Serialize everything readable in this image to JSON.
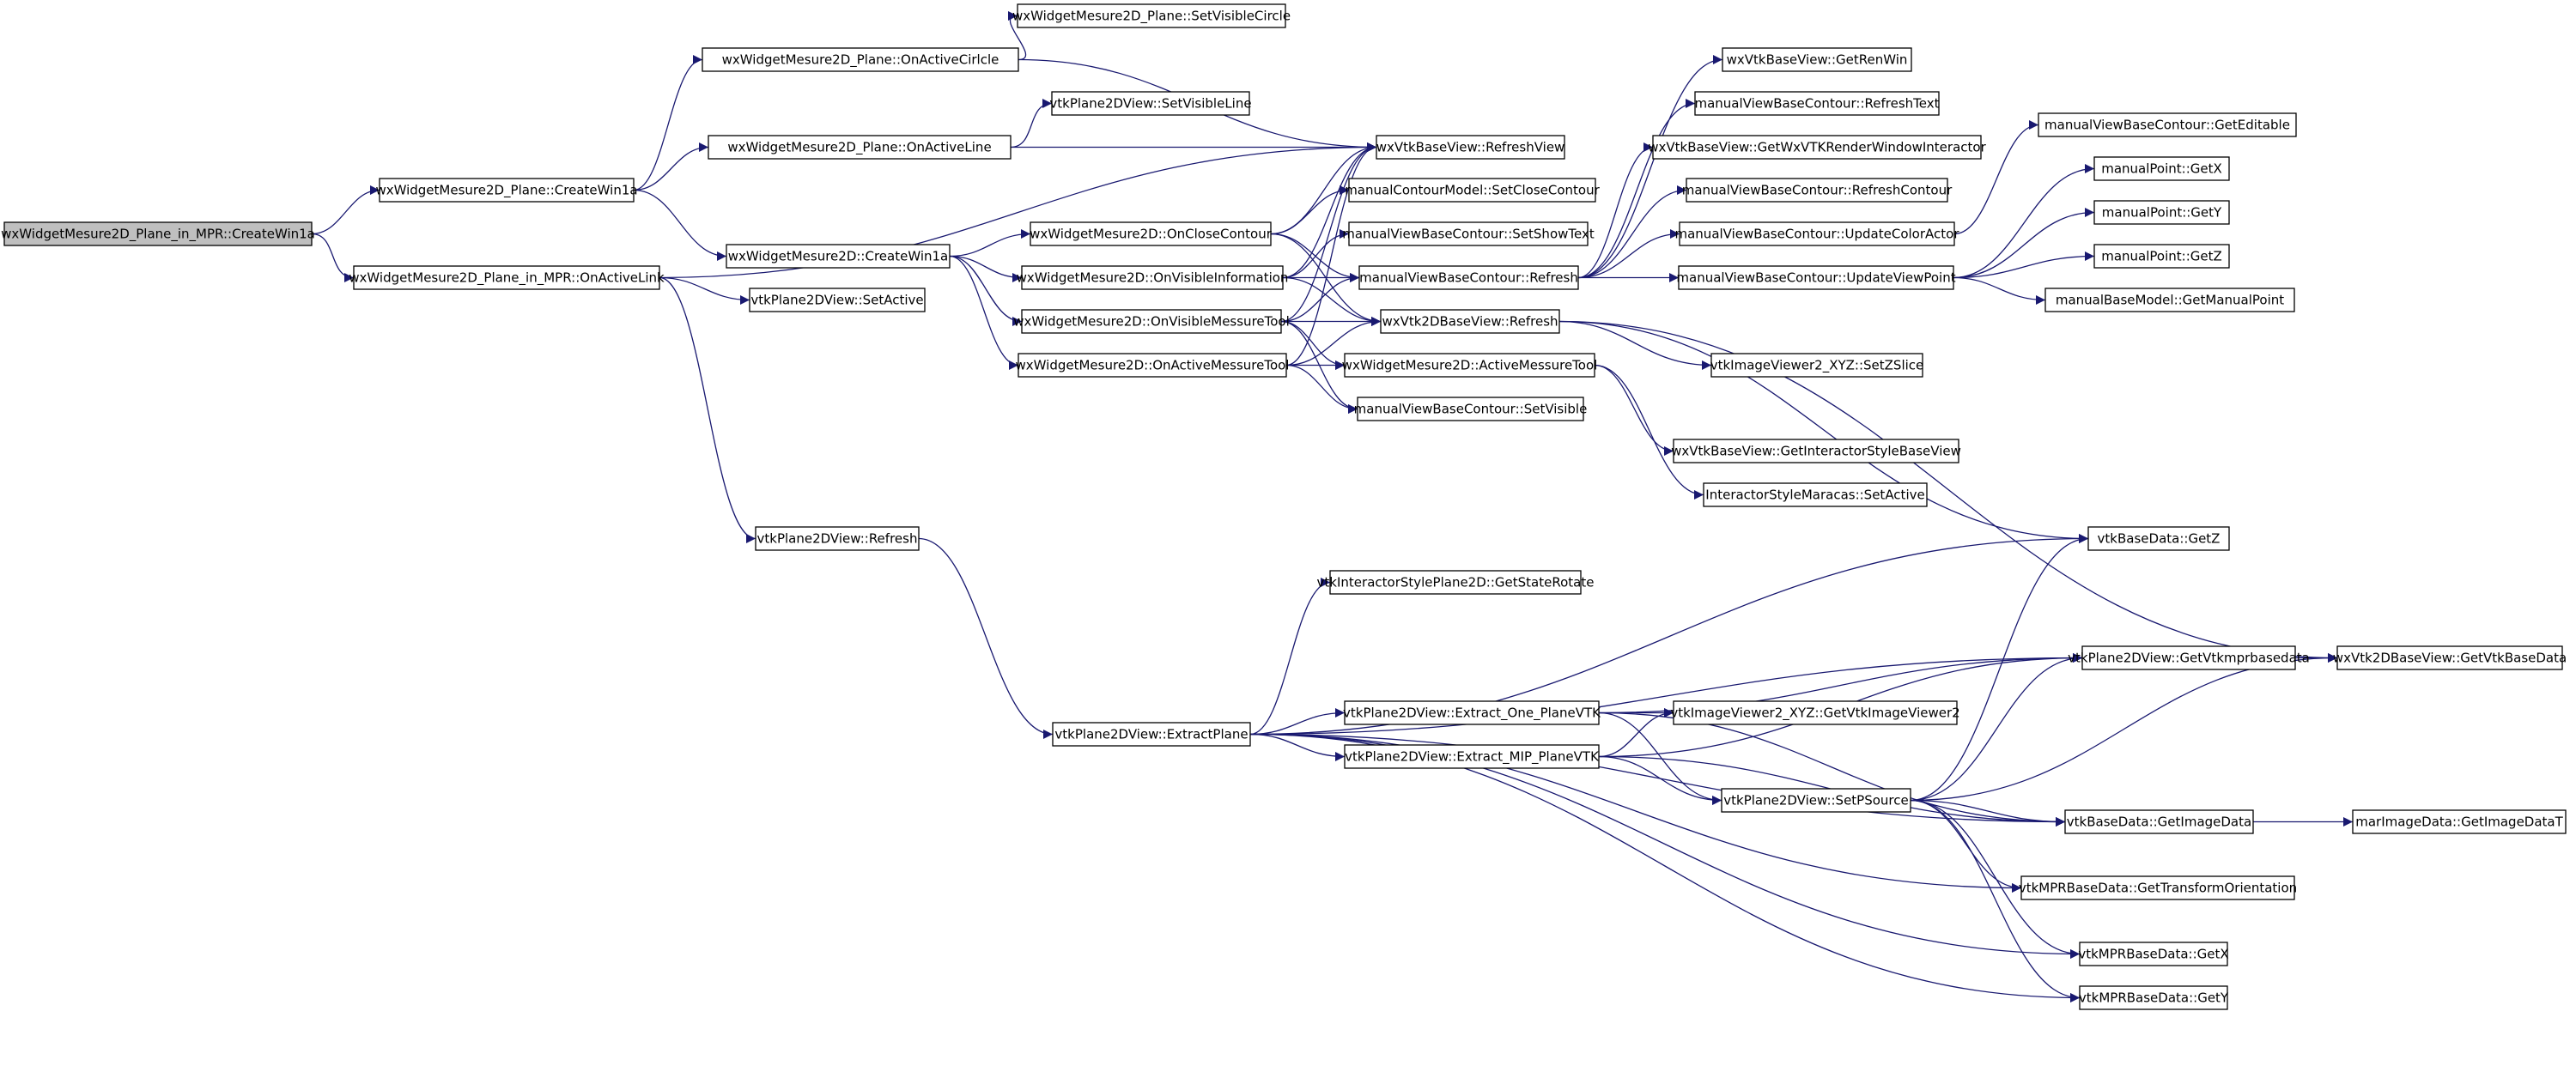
{
  "graph": {
    "colors": {
      "edge": "#191970",
      "root_fill": "#bfbfbf",
      "node_fill": "#ffffff",
      "node_stroke": "#000000"
    },
    "root": "n0",
    "nodes": [
      {
        "id": "n0",
        "label": "wxWidgetMesure2D_Plane_in_MPR::CreateWin1a"
      },
      {
        "id": "n1",
        "label": "wxWidgetMesure2D_Plane::CreateWin1a"
      },
      {
        "id": "n2",
        "label": "wxWidgetMesure2D_Plane_in_MPR::OnActiveLink"
      },
      {
        "id": "n3",
        "label": "wxWidgetMesure2D_Plane::OnActiveCirlcle"
      },
      {
        "id": "n4",
        "label": "wxWidgetMesure2D_Plane::OnActiveLine"
      },
      {
        "id": "n5",
        "label": "wxWidgetMesure2D::CreateWin1a"
      },
      {
        "id": "n6",
        "label": "vtkPlane2DView::SetActive"
      },
      {
        "id": "n7",
        "label": "vtkPlane2DView::Refresh"
      },
      {
        "id": "n8",
        "label": "wxWidgetMesure2D_Plane::SetVisibleCircle"
      },
      {
        "id": "n9",
        "label": "vtkPlane2DView::SetVisibleLine"
      },
      {
        "id": "n10",
        "label": "wxVtkBaseView::RefreshView"
      },
      {
        "id": "n11",
        "label": "wxWidgetMesure2D::OnCloseContour"
      },
      {
        "id": "n12",
        "label": "wxWidgetMesure2D::OnVisibleInformation"
      },
      {
        "id": "n13",
        "label": "wxWidgetMesure2D::OnVisibleMessureTool"
      },
      {
        "id": "n14",
        "label": "wxWidgetMesure2D::OnActiveMessureTool"
      },
      {
        "id": "n15",
        "label": "vtkPlane2DView::ExtractPlane"
      },
      {
        "id": "n16",
        "label": "manualContourModel::SetCloseContour"
      },
      {
        "id": "n17",
        "label": "manualViewBaseContour::SetShowText"
      },
      {
        "id": "n18",
        "label": "manualViewBaseContour::Refresh"
      },
      {
        "id": "n19",
        "label": "wxVtk2DBaseView::Refresh"
      },
      {
        "id": "n20",
        "label": "wxWidgetMesure2D::ActiveMessureTool"
      },
      {
        "id": "n21",
        "label": "manualViewBaseContour::SetVisible"
      },
      {
        "id": "n22",
        "label": "vtkInteractorStylePlane2D::GetStateRotate"
      },
      {
        "id": "n23",
        "label": "vtkPlane2DView::Extract_One_PlaneVTK"
      },
      {
        "id": "n24",
        "label": "vtkPlane2DView::Extract_MIP_PlaneVTK"
      },
      {
        "id": "n25",
        "label": "wxVtkBaseView::GetRenWin"
      },
      {
        "id": "n26",
        "label": "manualViewBaseContour::RefreshText"
      },
      {
        "id": "n27",
        "label": "wxVtkBaseView::GetWxVTKRenderWindowInteractor"
      },
      {
        "id": "n28",
        "label": "manualViewBaseContour::RefreshContour"
      },
      {
        "id": "n29",
        "label": "manualViewBaseContour::UpdateColorActor"
      },
      {
        "id": "n30",
        "label": "manualViewBaseContour::UpdateViewPoint"
      },
      {
        "id": "n31",
        "label": "vtkImageViewer2_XYZ::SetZSlice"
      },
      {
        "id": "n32",
        "label": "wxVtkBaseView::GetInteractorStyleBaseView"
      },
      {
        "id": "n33",
        "label": "InteractorStyleMaracas::SetActive"
      },
      {
        "id": "n34",
        "label": "vtkImageViewer2_XYZ::GetVtkImageViewer2"
      },
      {
        "id": "n35",
        "label": "vtkPlane2DView::SetPSource"
      },
      {
        "id": "n36",
        "label": "manualViewBaseContour::GetEditable"
      },
      {
        "id": "n37",
        "label": "manualPoint::GetX"
      },
      {
        "id": "n38",
        "label": "manualPoint::GetY"
      },
      {
        "id": "n39",
        "label": "manualPoint::GetZ"
      },
      {
        "id": "n40",
        "label": "manualBaseModel::GetManualPoint"
      },
      {
        "id": "n41",
        "label": "vtkBaseData::GetZ"
      },
      {
        "id": "n42",
        "label": "vtkPlane2DView::GetVtkmprbasedata"
      },
      {
        "id": "n43",
        "label": "vtkBaseData::GetImageData"
      },
      {
        "id": "n44",
        "label": "vtkMPRBaseData::GetTransformOrientation"
      },
      {
        "id": "n45",
        "label": "vtkMPRBaseData::GetX"
      },
      {
        "id": "n46",
        "label": "vtkMPRBaseData::GetY"
      },
      {
        "id": "n47",
        "label": "wxVtk2DBaseView::GetVtkBaseData"
      },
      {
        "id": "n48",
        "label": "marImageData::GetImageDataT"
      }
    ],
    "edges": [
      [
        "n0",
        "n1"
      ],
      [
        "n0",
        "n2"
      ],
      [
        "n1",
        "n3"
      ],
      [
        "n1",
        "n4"
      ],
      [
        "n1",
        "n5"
      ],
      [
        "n2",
        "n10"
      ],
      [
        "n2",
        "n6"
      ],
      [
        "n2",
        "n7"
      ],
      [
        "n3",
        "n8"
      ],
      [
        "n3",
        "n10"
      ],
      [
        "n4",
        "n9"
      ],
      [
        "n4",
        "n10"
      ],
      [
        "n5",
        "n11"
      ],
      [
        "n5",
        "n12"
      ],
      [
        "n5",
        "n13"
      ],
      [
        "n5",
        "n14"
      ],
      [
        "n7",
        "n15"
      ],
      [
        "n11",
        "n16"
      ],
      [
        "n11",
        "n10"
      ],
      [
        "n11",
        "n18"
      ],
      [
        "n11",
        "n19"
      ],
      [
        "n12",
        "n17"
      ],
      [
        "n12",
        "n10"
      ],
      [
        "n12",
        "n18"
      ],
      [
        "n12",
        "n19"
      ],
      [
        "n13",
        "n10"
      ],
      [
        "n13",
        "n18"
      ],
      [
        "n13",
        "n19"
      ],
      [
        "n13",
        "n20"
      ],
      [
        "n13",
        "n21"
      ],
      [
        "n14",
        "n10"
      ],
      [
        "n14",
        "n19"
      ],
      [
        "n14",
        "n20"
      ],
      [
        "n14",
        "n21"
      ],
      [
        "n15",
        "n22"
      ],
      [
        "n15",
        "n41"
      ],
      [
        "n15",
        "n42"
      ],
      [
        "n15",
        "n23"
      ],
      [
        "n15",
        "n24"
      ],
      [
        "n15",
        "n43"
      ],
      [
        "n15",
        "n44"
      ],
      [
        "n15",
        "n45"
      ],
      [
        "n15",
        "n46"
      ],
      [
        "n18",
        "n25"
      ],
      [
        "n18",
        "n26"
      ],
      [
        "n18",
        "n27"
      ],
      [
        "n18",
        "n28"
      ],
      [
        "n18",
        "n29"
      ],
      [
        "n18",
        "n30"
      ],
      [
        "n19",
        "n31"
      ],
      [
        "n19",
        "n41"
      ],
      [
        "n19",
        "n47"
      ],
      [
        "n20",
        "n32"
      ],
      [
        "n20",
        "n33"
      ],
      [
        "n23",
        "n34"
      ],
      [
        "n23",
        "n42"
      ],
      [
        "n23",
        "n43"
      ],
      [
        "n23",
        "n35"
      ],
      [
        "n24",
        "n34"
      ],
      [
        "n24",
        "n42"
      ],
      [
        "n24",
        "n35"
      ],
      [
        "n24",
        "n43"
      ],
      [
        "n29",
        "n36"
      ],
      [
        "n30",
        "n37"
      ],
      [
        "n30",
        "n38"
      ],
      [
        "n30",
        "n39"
      ],
      [
        "n30",
        "n40"
      ],
      [
        "n35",
        "n41"
      ],
      [
        "n35",
        "n42"
      ],
      [
        "n35",
        "n43"
      ],
      [
        "n35",
        "n44"
      ],
      [
        "n35",
        "n45"
      ],
      [
        "n35",
        "n46"
      ],
      [
        "n35",
        "n47"
      ],
      [
        "n42",
        "n47"
      ],
      [
        "n43",
        "n48"
      ]
    ]
  }
}
